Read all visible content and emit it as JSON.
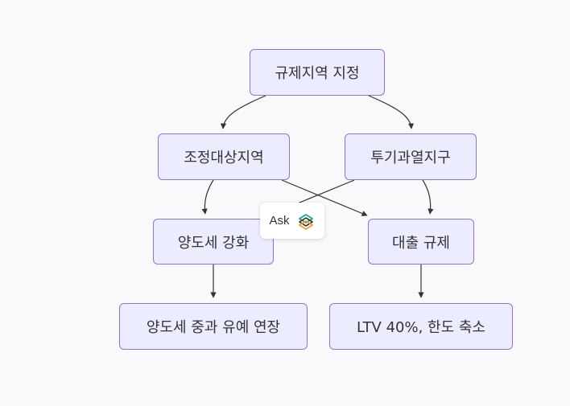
{
  "diagram": {
    "nodes": {
      "root": "규제지역 지정",
      "jojeong": "조정대상지역",
      "tugi": "투기과열지구",
      "yangdo": "양도세 강화",
      "daechul": "대출 규제",
      "yangdo2": "양도세 중과 유예 연장",
      "ltv": "LTV 40%, 한도 축소"
    },
    "edges": [
      {
        "from": "root",
        "to": "jojeong"
      },
      {
        "from": "root",
        "to": "tugi"
      },
      {
        "from": "jojeong",
        "to": "yangdo"
      },
      {
        "from": "jojeong",
        "to": "daechul"
      },
      {
        "from": "tugi",
        "to": "yangdo"
      },
      {
        "from": "tugi",
        "to": "daechul"
      },
      {
        "from": "yangdo",
        "to": "yangdo2"
      },
      {
        "from": "daechul",
        "to": "ltv"
      }
    ]
  },
  "ask_button": {
    "label": "Ask",
    "icon": "ask-logo-icon"
  },
  "colors": {
    "background": "#f8f9fa",
    "node_fill": "#ececff",
    "node_border": "#9370db",
    "edge": "#333333",
    "text": "#333333"
  }
}
